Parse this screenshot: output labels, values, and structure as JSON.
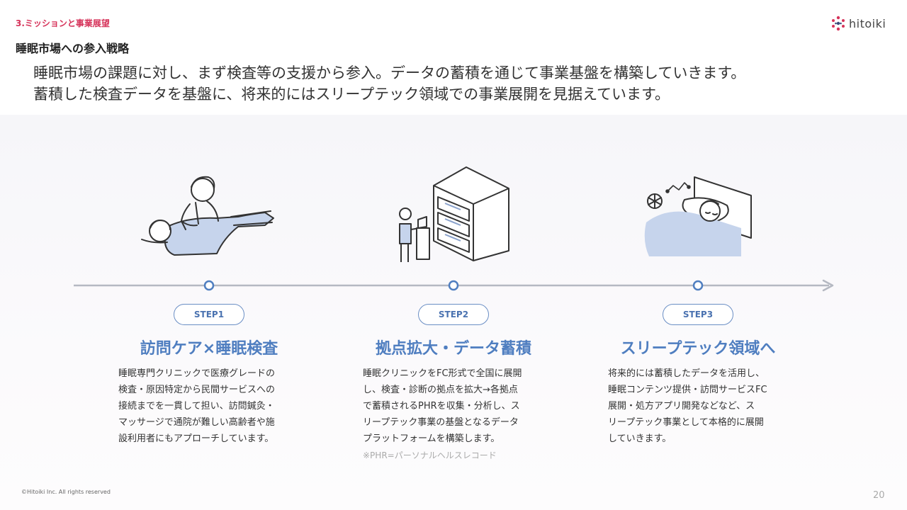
{
  "header": {
    "section_label": "3.ミッションと事業展望",
    "page_title": "睡眠市場への参入戦略",
    "lead_line1": "睡眠市場の課題に対し、まず検査等の支援から参入。データの蓄積を通じて事業基盤を構築していきます。",
    "lead_line2": "蓄積した検査データを基盤に、将来的にはスリープテック領域での事業展開を見据えています。"
  },
  "logo": {
    "text": "hitoiki",
    "color": "#d6335a"
  },
  "steps": [
    {
      "badge": "STEP1",
      "title": "訪問ケア×睡眠検査",
      "desc": "睡眠専門クリニックで医療グレードの\n検査・原因特定から民間サービスへの\n接続までを一貫して担い、訪問鍼灸・\nマッサージで通院が難しい高齢者や施\n設利用者にもアプローチしています。",
      "illustration": "massage-care-icon"
    },
    {
      "badge": "STEP2",
      "title": "拠点拡大・データ蓄積",
      "desc": "睡眠クリニックをFC形式で全国に展開\nし、検査・診断の拠点を拡大→各拠点\nで蓄積されるPHRを収集・分析し、ス\nリープテック事業の基盤となるデータ\nプラットフォームを構築します。",
      "note": "※PHR=パーソナルヘルスレコード",
      "illustration": "server-data-icon"
    },
    {
      "badge": "STEP3",
      "title": "スリープテック領域へ",
      "desc": "将来的には蓄積したデータを活用し、\n睡眠コンテンツ提供・訪問サービスFC\n展開・処方アプリ開発などなど、ス\nリープテック事業として本格的に展開\nしていきます。",
      "illustration": "sleeping-person-icon"
    }
  ],
  "colors": {
    "accent": "#4f7ec0",
    "timeline": "#b5b9c2",
    "brand": "#d6335a"
  },
  "footer": {
    "copyright": "©Hitoiki Inc. All rights reserved",
    "page_number": "20"
  }
}
